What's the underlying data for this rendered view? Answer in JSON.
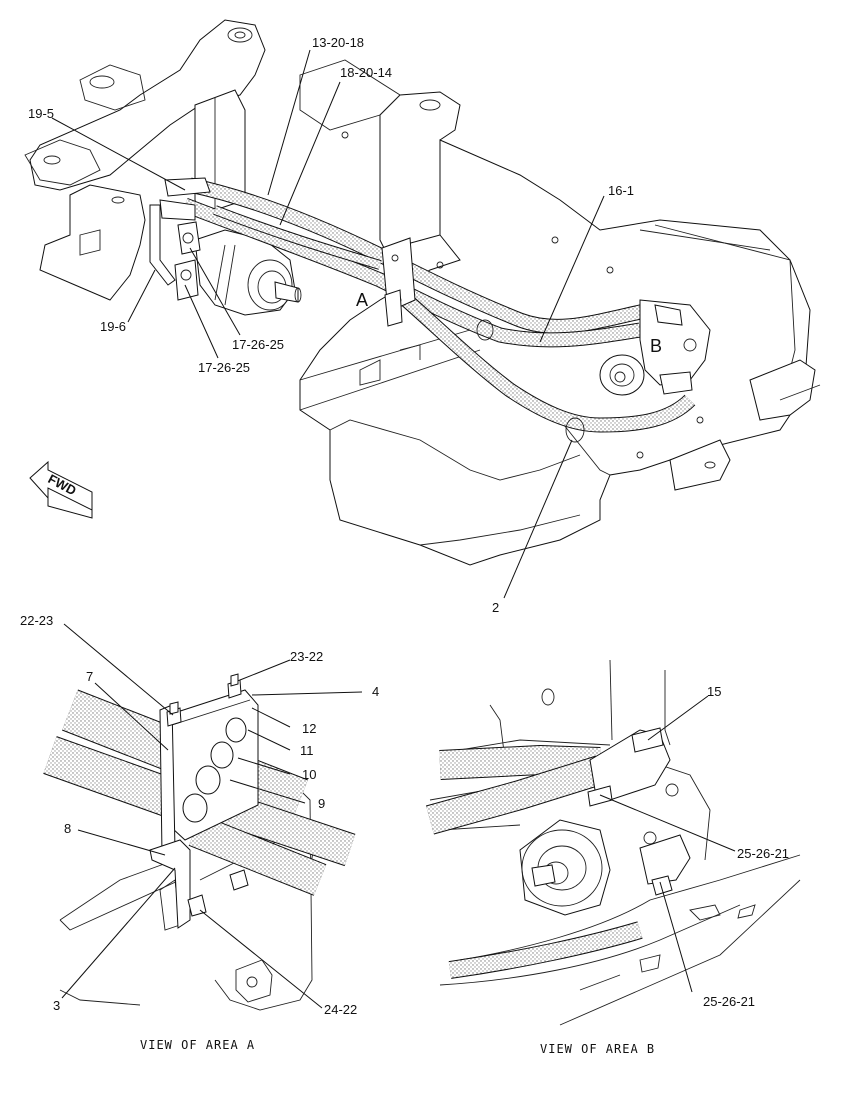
{
  "callouts_top": {
    "c13_20_18": "13-20-18",
    "c18_20_14": "18-20-14",
    "c19_5": "19-5",
    "c16_1": "16-1",
    "c19_6": "19-6",
    "c17_26_25_a": "17-26-25",
    "c17_26_25_b": "17-26-25",
    "c2": "2",
    "area_a": "A",
    "area_b": "B",
    "fwd": "FWD"
  },
  "view_a": {
    "caption": "VIEW OF AREA A",
    "c22_23": "22-23",
    "c23_22": "23-22",
    "c4": "4",
    "c7": "7",
    "c12": "12",
    "c11": "11",
    "c10": "10",
    "c9": "9",
    "c8": "8",
    "c3": "3",
    "c24_22": "24-22"
  },
  "view_b": {
    "caption": "VIEW OF AREA B",
    "c15": "15",
    "c25_26_21_a": "25-26-21",
    "c25_26_21_b": "25-26-21"
  }
}
